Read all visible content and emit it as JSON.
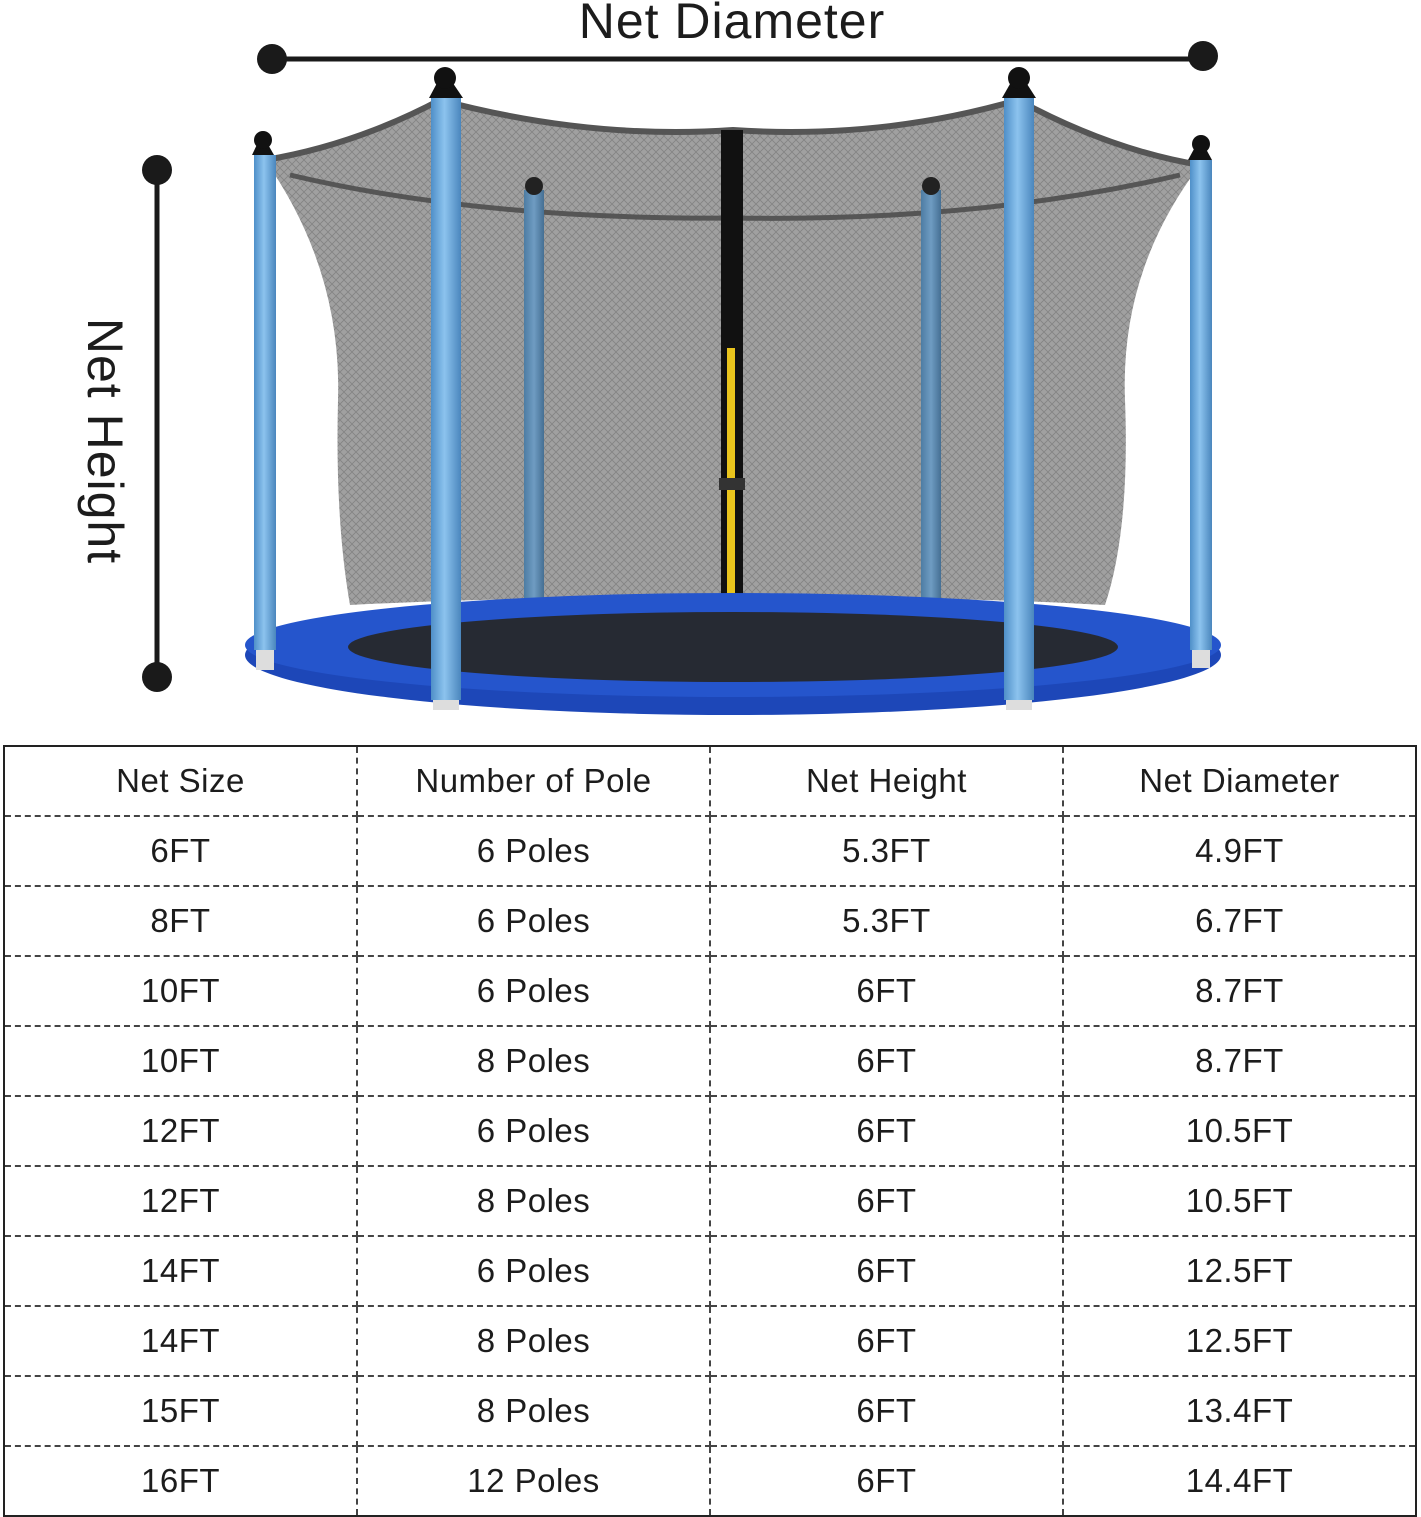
{
  "diagram": {
    "width_label": "Net Diameter",
    "height_label": "Net Height",
    "colors": {
      "pole": "#6aa9dc",
      "pad": "#1d47b8",
      "net": "#8e8e8e",
      "zipper": "#111111",
      "zipper_pull": "#e9c41d",
      "dimension_line": "#1a1a1a"
    }
  },
  "table": {
    "headers": [
      "Net Size",
      "Number of Pole",
      "Net Height",
      "Net Diameter"
    ],
    "rows": [
      [
        "6FT",
        "6 Poles",
        "5.3FT",
        "4.9FT"
      ],
      [
        "8FT",
        "6 Poles",
        "5.3FT",
        "6.7FT"
      ],
      [
        "10FT",
        "6 Poles",
        "6FT",
        "8.7FT"
      ],
      [
        "10FT",
        "8 Poles",
        "6FT",
        "8.7FT"
      ],
      [
        "12FT",
        "6 Poles",
        "6FT",
        "10.5FT"
      ],
      [
        "12FT",
        "8 Poles",
        "6FT",
        "10.5FT"
      ],
      [
        "14FT",
        "6 Poles",
        "6FT",
        "12.5FT"
      ],
      [
        "14FT",
        "8 Poles",
        "6FT",
        "12.5FT"
      ],
      [
        "15FT",
        "8 Poles",
        "6FT",
        "13.4FT"
      ],
      [
        "16FT",
        "12 Poles",
        "6FT",
        "14.4FT"
      ]
    ]
  }
}
